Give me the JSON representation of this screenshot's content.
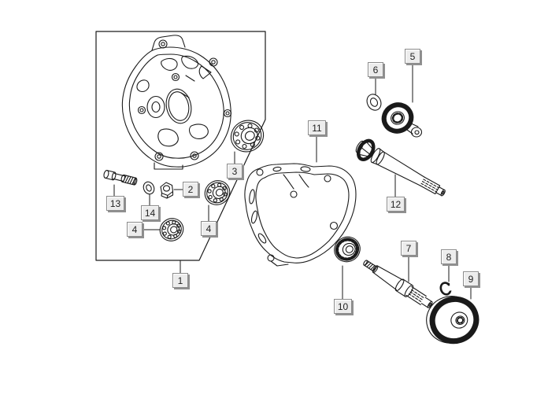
{
  "diagram": {
    "background_color": "#ffffff",
    "line_color": "#1a1a1a",
    "label_face_color": "#ececec",
    "label_shadow_color": "#909090",
    "label_text_color": "#1f1f1f"
  },
  "labels": {
    "p1": "1",
    "p2": "2",
    "p3": "3",
    "p4a": "4",
    "p4b": "4",
    "p5": "5",
    "p6": "6",
    "p7": "7",
    "p8": "8",
    "p9": "9",
    "p10": "10",
    "p11": "11",
    "p12": "12",
    "p13": "13",
    "p14": "14"
  }
}
